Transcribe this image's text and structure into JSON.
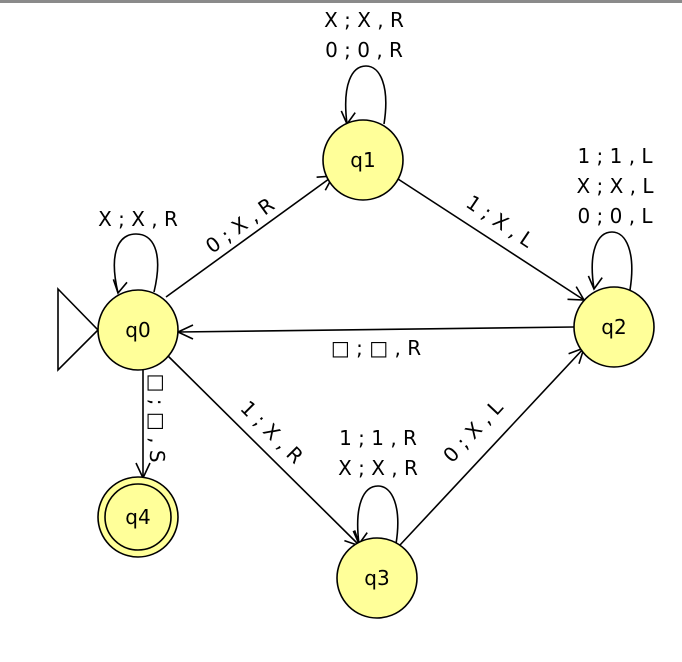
{
  "states": {
    "q0": {
      "label": "q0"
    },
    "q1": {
      "label": "q1"
    },
    "q2": {
      "label": "q2"
    },
    "q3": {
      "label": "q3"
    },
    "q4": {
      "label": "q4"
    }
  },
  "start_state": "q0",
  "accept_states": [
    "q4"
  ],
  "transitions": [
    {
      "from": "q0",
      "to": "q0",
      "label": "X ; X , R"
    },
    {
      "from": "q1",
      "to": "q1",
      "label_lines": [
        "X ; X , R",
        "0 ; 0 , R"
      ]
    },
    {
      "from": "q2",
      "to": "q2",
      "label_lines": [
        "1 ; 1 , L",
        "X ; X , L",
        "0 ; 0 , L"
      ]
    },
    {
      "from": "q3",
      "to": "q3",
      "label_lines": [
        "1 ; 1 , R",
        "X ; X , R"
      ]
    },
    {
      "from": "q0",
      "to": "q1",
      "label": "0 ; X , R"
    },
    {
      "from": "q1",
      "to": "q2",
      "label": "1 ; X , L"
    },
    {
      "from": "q2",
      "to": "q0",
      "label": "□ ; □ , R"
    },
    {
      "from": "q0",
      "to": "q3",
      "label": "1 ; X , R"
    },
    {
      "from": "q3",
      "to": "q2",
      "label": "0 ; X , L"
    },
    {
      "from": "q0",
      "to": "q4",
      "label": "□ ; □ , S"
    }
  ],
  "colors": {
    "state_fill": "#ffff99",
    "stroke": "#000000"
  }
}
